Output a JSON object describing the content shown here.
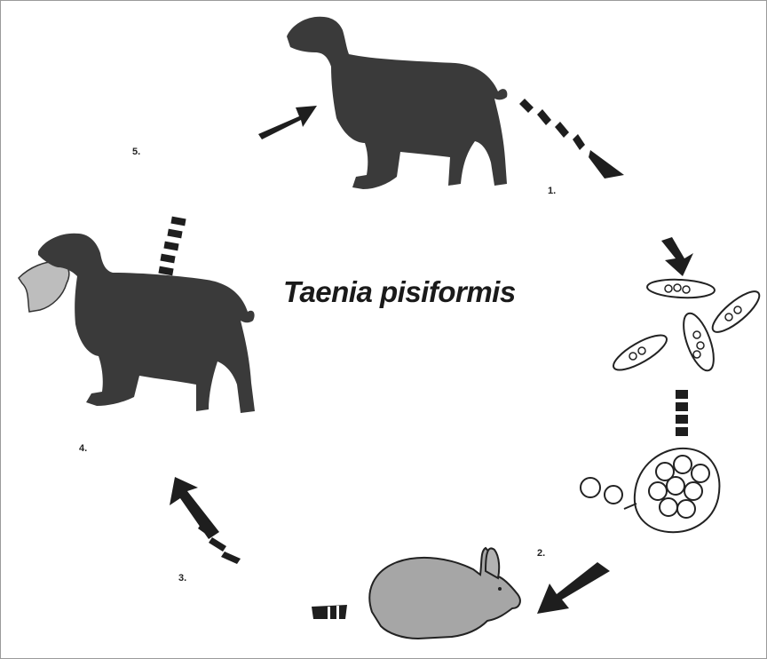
{
  "title": "Taenia pisiformis",
  "steps": [
    "1.",
    "2.",
    "3.",
    "4.",
    "5."
  ],
  "colors": {
    "dog": "#3a3a3a",
    "rabbit": "#a6a6a6",
    "arrow": "#1e1e1e",
    "outline": "#222222",
    "border": "#9a9a9a"
  },
  "icons": [
    "dog-standing-icon",
    "dog-with-rabbit-icon",
    "rabbit-icon",
    "tapeworm-egg-icon",
    "cysticercus-cyst-icon",
    "cycle-arrow-icon"
  ]
}
